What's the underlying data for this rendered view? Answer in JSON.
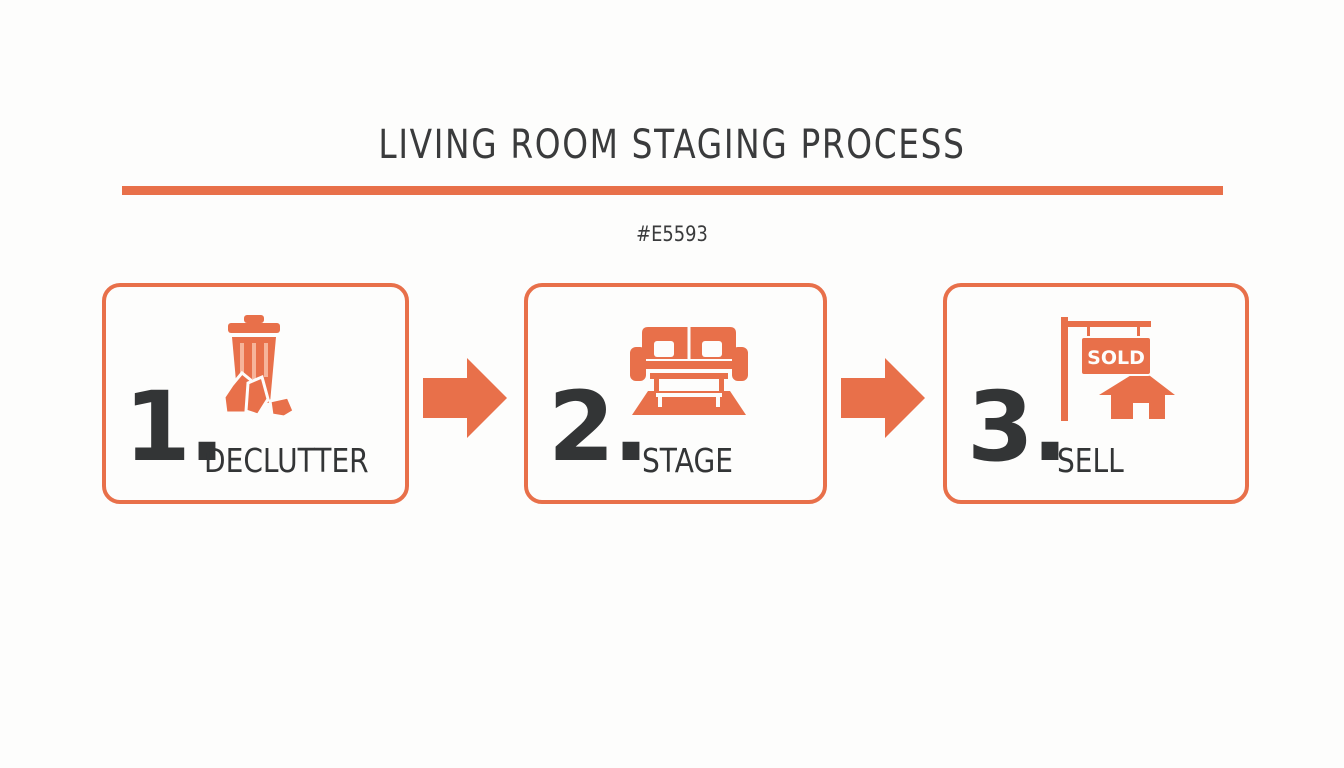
{
  "title": "LIVING ROOM STAGING PROCESS",
  "color_code": "#E5593",
  "accent_color": "#e8704a",
  "text_color": "#333536",
  "steps": [
    {
      "number": "1.",
      "label": "DECLUTTER",
      "icon": "trash-can-icon"
    },
    {
      "number": "2.",
      "label": "STAGE",
      "icon": "sofa-icon"
    },
    {
      "number": "3.",
      "label": "SELL",
      "icon": "sold-sign-house-icon",
      "sign_text": "SOLD"
    }
  ]
}
